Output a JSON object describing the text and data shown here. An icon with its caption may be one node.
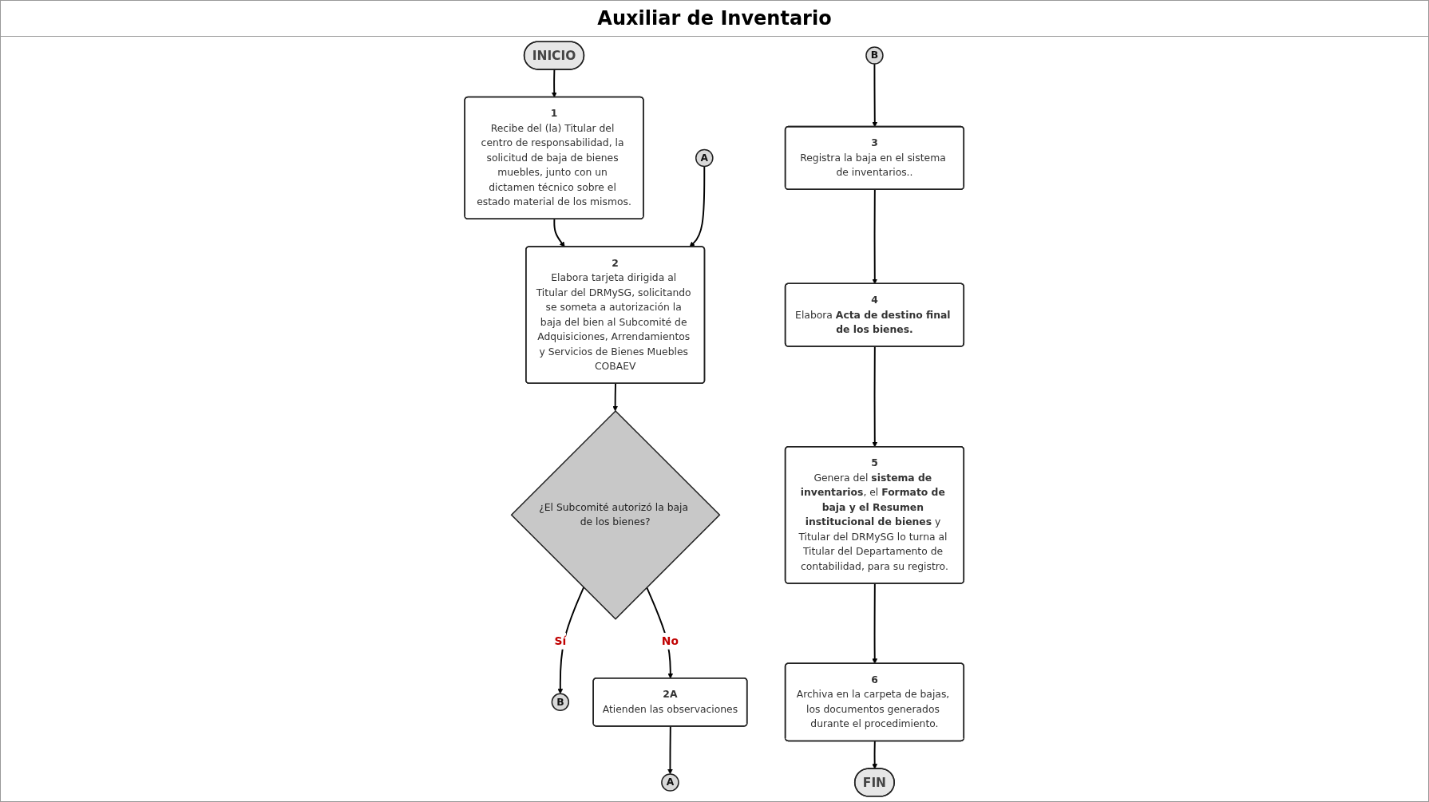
{
  "diagram": {
    "title": "Auxiliar de Inventario",
    "nodes": [
      {
        "text": [
          "INICIO"
        ]
      },
      {
        "text": [
          "1",
          "Recibe del (la) Titular del centro de responsabilidad, la solicitud de baja de bienes muebles, junto con un dictamen técnico sobre el estado material de los mismos."
        ]
      },
      {
        "text": [
          "2",
          "Elabora tarjeta dirigida al Titular del DRMySG, solicitando se someta a autorización la baja del bien al Subcomité de Adquisiciones, Arrendamientos y Servicios de Bienes Muebles COBAEV"
        ]
      },
      {
        "text": [
          "A"
        ]
      },
      {
        "text": [
          "¿El Subcomité autorizó la baja de los bienes?"
        ]
      },
      {
        "text": [
          "B"
        ]
      },
      {
        "text": [
          "2A",
          "Atienden las observaciones"
        ]
      },
      {
        "text": [
          "A"
        ]
      },
      {
        "text": [
          "B"
        ]
      },
      {
        "text": [
          "3",
          "Registra la baja en el sistema de inventarios.."
        ]
      },
      {
        "text": [
          "4",
          "Elabora **Acta de destino final de los bienes.**"
        ]
      },
      {
        "text": [
          "5",
          "Genera del **sistema de inventarios**, el **Formato de baja y el Resumen institucional de bienes** y Titular del DRMySG lo turna al Titular del Departamento de contabilidad, para su registro."
        ]
      },
      {
        "text": [
          "6",
          "Archiva en la carpeta de bajas, los documentos generados durante el procedimiento."
        ]
      },
      {
        "text": [
          "FIN"
        ]
      }
    ],
    "edges": [
      {
        "from": 0,
        "to": 1,
        "arrow": "to"
      },
      {
        "from": 1,
        "to": 2,
        "arrow": "to"
      },
      {
        "from": 3,
        "to": 2,
        "arrow": "to"
      },
      {
        "from": 2,
        "to": 4,
        "arrow": "to"
      },
      {
        "from": 4,
        "to": 5,
        "arrow": "to",
        "label": "Sí"
      },
      {
        "from": 4,
        "to": 6,
        "arrow": "to",
        "label": "No"
      },
      {
        "from": 6,
        "to": 7,
        "arrow": "to"
      },
      {
        "from": 8,
        "to": 9,
        "arrow": "to"
      },
      {
        "from": 9,
        "to": 10,
        "arrow": "to"
      },
      {
        "from": 10,
        "to": 11,
        "arrow": "to"
      },
      {
        "from": 11,
        "to": 12,
        "arrow": "to"
      },
      {
        "from": 12,
        "to": 13,
        "arrow": "to"
      }
    ]
  }
}
